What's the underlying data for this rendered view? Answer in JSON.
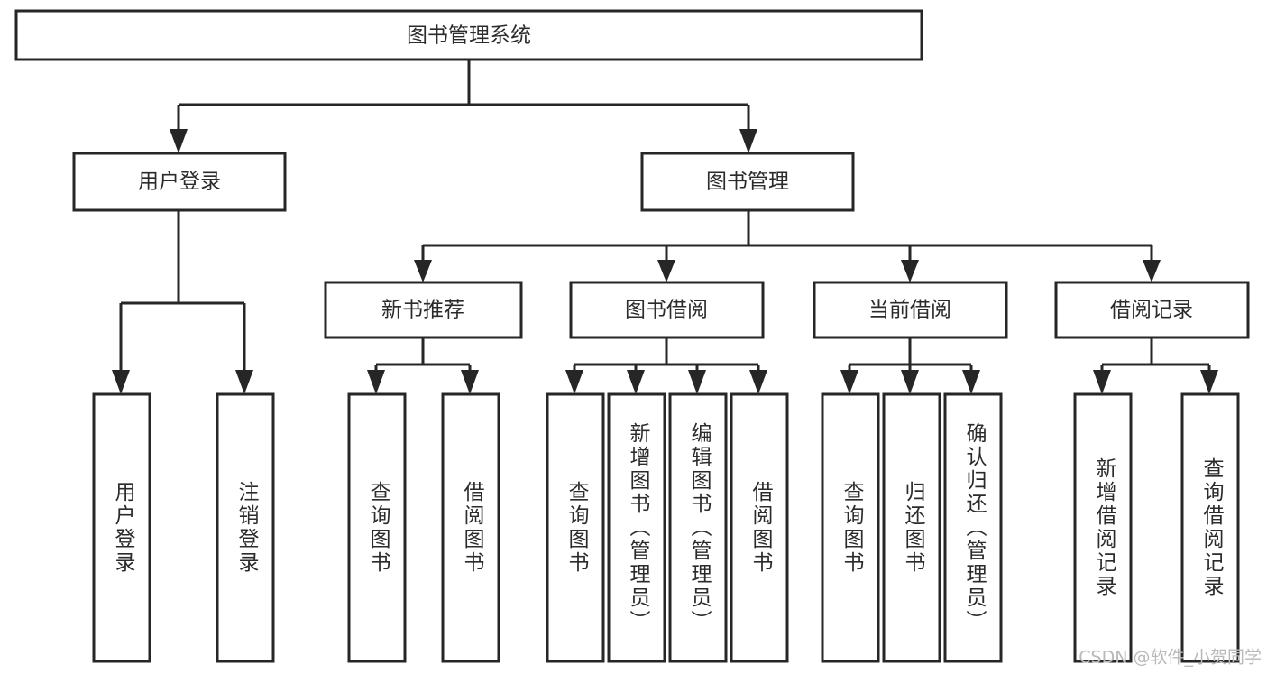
{
  "diagram": {
    "title": "图书管理系统",
    "type": "tree",
    "watermark": "CSDN @软件_小贺同学",
    "colors": {
      "stroke": "#262626",
      "box_fill": "#ffffff",
      "text": "#2b2b2b",
      "background": "#ffffff",
      "watermark": "#b9b9b9"
    },
    "root": {
      "label": "图书管理系统"
    },
    "level2": [
      {
        "label": "用户登录"
      },
      {
        "label": "图书管理"
      }
    ],
    "level3": [
      {
        "label": "新书推荐"
      },
      {
        "label": "图书借阅"
      },
      {
        "label": "当前借阅"
      },
      {
        "label": "借阅记录"
      }
    ],
    "leaves": {
      "user_login": [
        {
          "label": "用户登录"
        },
        {
          "label": "注销登录"
        }
      ],
      "new_book_recommend": [
        {
          "label": "查询图书"
        },
        {
          "label": "借阅图书"
        }
      ],
      "book_borrow": [
        {
          "label": "查询图书"
        },
        {
          "label": "新增图书（管理员）"
        },
        {
          "label": "编辑图书（管理员）"
        },
        {
          "label": "借阅图书"
        }
      ],
      "current_borrow": [
        {
          "label": "查询图书"
        },
        {
          "label": "归还图书"
        },
        {
          "label": "确认归还（管理员）"
        }
      ],
      "borrow_record": [
        {
          "label": "新增借阅记录"
        },
        {
          "label": "查询借阅记录"
        }
      ]
    }
  }
}
